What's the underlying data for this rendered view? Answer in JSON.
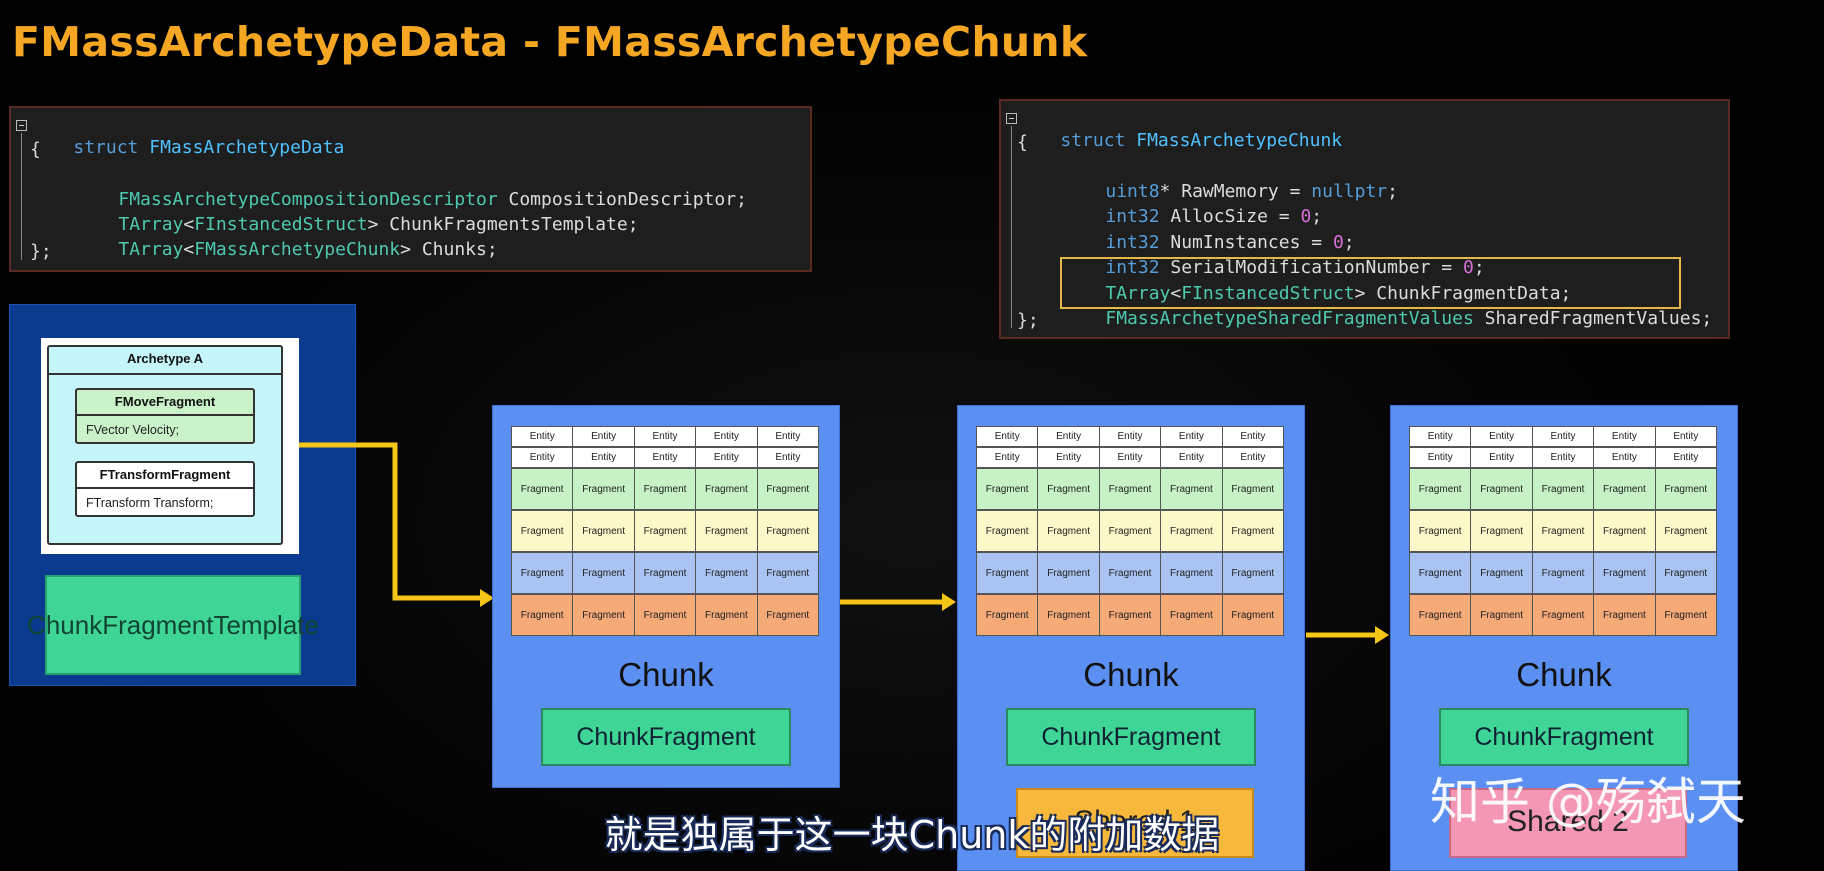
{
  "title": "FMassArchetypeData - FMassArchetypeChunk",
  "code_left": {
    "line1_kw": "struct",
    "line1_name": "FMassArchetypeData",
    "open": "{",
    "l2_type": "FMassArchetypeCompositionDescriptor",
    "l2_rest": " CompositionDescriptor;",
    "l3_t1": "TArray",
    "l3_lt": "<",
    "l3_t2": "FInstancedStruct",
    "l3_rest": "> ChunkFragmentsTemplate;",
    "l4_t1": "TArray",
    "l4_lt": "<",
    "l4_t2": "FMassArchetypeChunk",
    "l4_rest": "> Chunks;",
    "close": "};"
  },
  "code_right": {
    "line1_kw": "struct",
    "line1_name": "FMassArchetypeChunk",
    "open": "{",
    "l2_type": "uint8",
    "l2_star": "*",
    "l2_rest": " RawMemory = ",
    "l2_val": "nullptr",
    "l2_end": ";",
    "l3_type": "int32",
    "l3_rest": " AllocSize = ",
    "l3_val": "0",
    "l3_end": ";",
    "l4_type": "int32",
    "l4_rest": " NumInstances = ",
    "l4_val": "0",
    "l4_end": ";",
    "l5_type": "int32",
    "l5_rest": " SerialModificationNumber = ",
    "l5_val": "0",
    "l5_end": ";",
    "l6_t1": "TArray",
    "l6_lt": "<",
    "l6_t2": "FInstancedStruct",
    "l6_rest": "> ChunkFragmentData;",
    "l7_type": "FMassArchetypeSharedFragmentValues",
    "l7_rest": " SharedFragmentValues;",
    "close": "};"
  },
  "archetype": {
    "header": "Archetype A",
    "frag1_name": "FMoveFragment",
    "frag1_field": "FVector Velocity;",
    "frag2_name": "FTransformFragment",
    "frag2_field": "FTransform Transform;",
    "template_label": "ChunkFragmentTemplate"
  },
  "grid": {
    "entity_label": "Entity",
    "fragment_label": "Fragment"
  },
  "chunks": [
    {
      "label": "Chunk",
      "fragment_label": "ChunkFragment"
    },
    {
      "label": "Chunk",
      "fragment_label": "ChunkFragment",
      "shared_label": "Shared 1"
    },
    {
      "label": "Chunk",
      "fragment_label": "ChunkFragment",
      "shared_label": "Shared 2"
    }
  ],
  "colors": {
    "title": "#f5a623",
    "arrow": "#f5c518",
    "chunk_bg": "#5b8ff1",
    "chunk_fragment": "#3ed596",
    "shared_1": "#f8b83c",
    "shared_2": "#f497b4"
  },
  "watermark": "知乎 @殇弑天",
  "subtitle": "就是独属于这一块Chunk的附加数据"
}
